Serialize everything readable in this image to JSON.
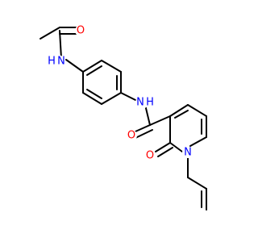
{
  "molecule": {
    "atoms": [
      {
        "id": "O1",
        "label": "O",
        "color": "#ff0000"
      },
      {
        "id": "N1",
        "label": "N",
        "color": "#0000ff"
      },
      {
        "id": "H1",
        "label": "H",
        "color": "#0000ff"
      },
      {
        "id": "N2",
        "label": "N",
        "color": "#0000ff"
      },
      {
        "id": "H2",
        "label": "H",
        "color": "#0000ff"
      },
      {
        "id": "O2",
        "label": "O",
        "color": "#ff0000"
      },
      {
        "id": "O3",
        "label": "O",
        "color": "#ff0000"
      },
      {
        "id": "N3",
        "label": "N",
        "color": "#0000ff"
      }
    ],
    "bond_color": "#000000"
  }
}
